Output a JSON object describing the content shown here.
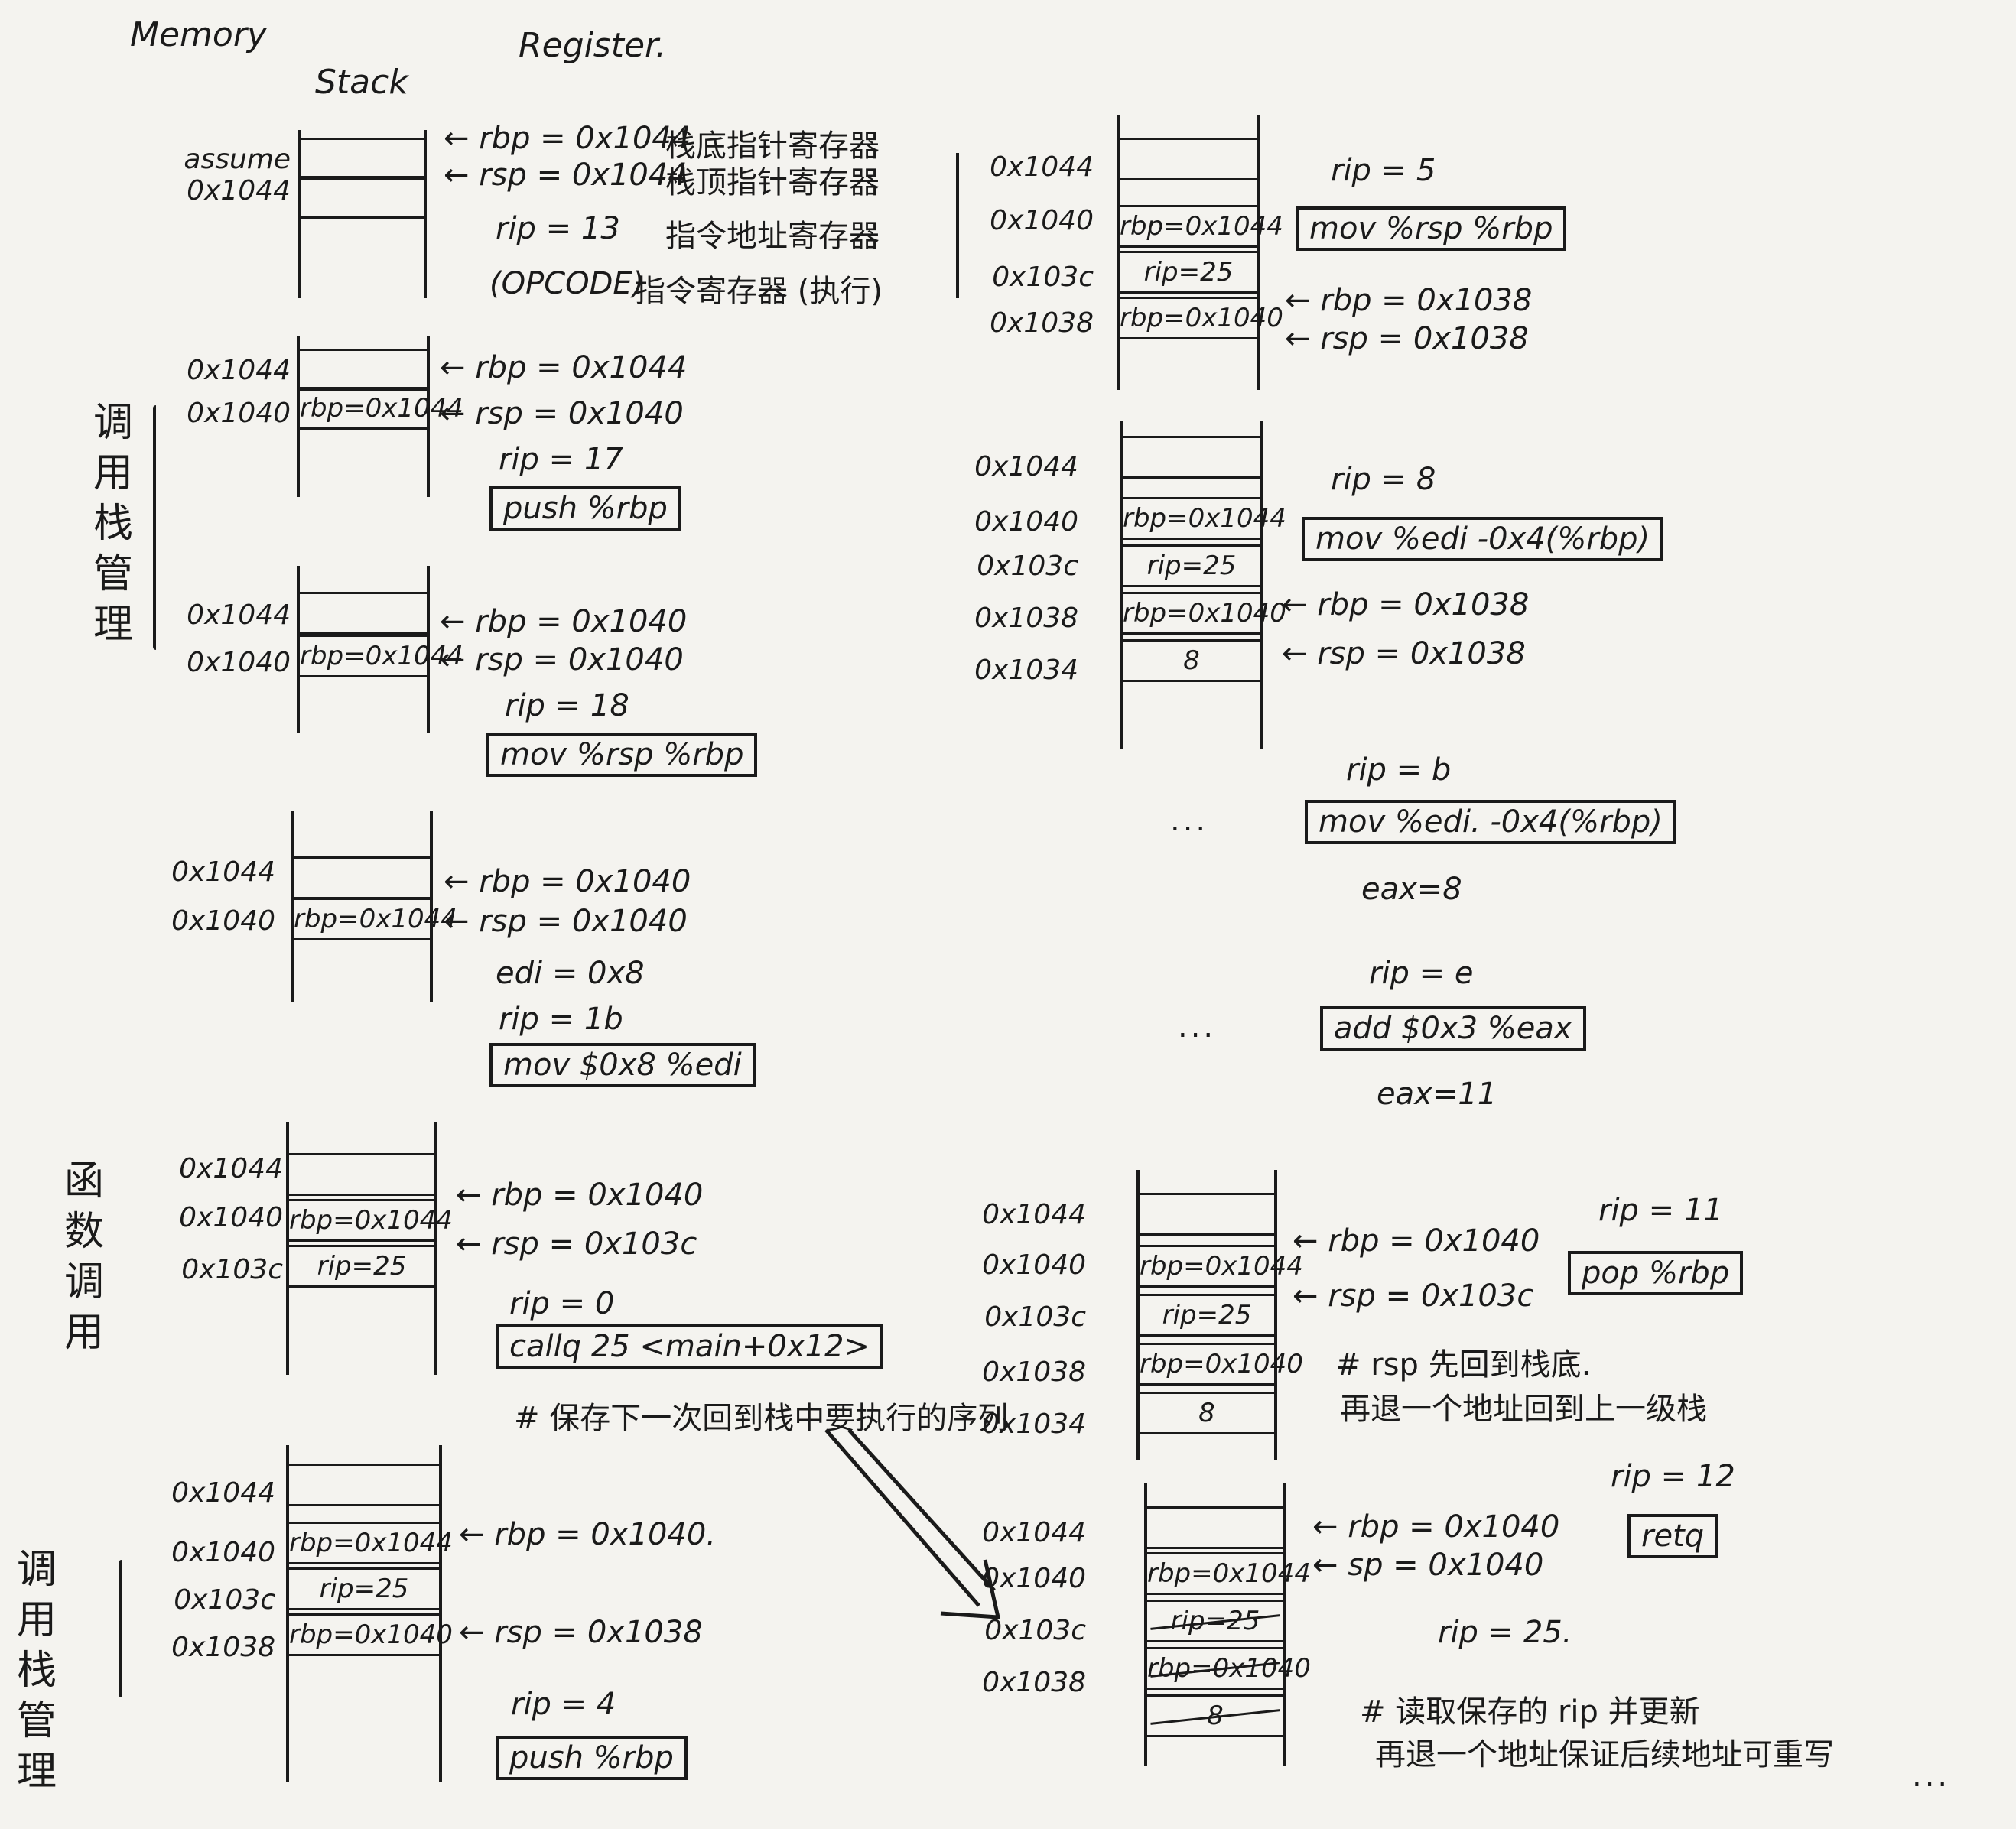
{
  "headers": {
    "memory": "Memory",
    "stack": "Stack",
    "register": "Register."
  },
  "side_labels": {
    "call_stack_mgmt_1": "调用栈管理",
    "function_call": "函数调用",
    "call_stack_mgmt_2": "调用栈管理"
  },
  "frame1": {
    "addr_prefix": "assume 0x1044",
    "regs": [
      "← rbp = 0x1044",
      "← rsp = 0x1044",
      "rip = 13",
      "(OPCODE)"
    ],
    "notes": [
      "栈底指针寄存器",
      "栈顶指针寄存器",
      "指令地址寄存器",
      "指令寄存器 (执行)"
    ]
  },
  "frame2": {
    "addrs": [
      "0x1044",
      "0x1040"
    ],
    "slots": [
      "",
      "rbp=0x1044"
    ],
    "regs": [
      "← rbp = 0x1044",
      "← rsp = 0x1040"
    ],
    "rip": "rip = 17",
    "instr": "push %rbp"
  },
  "frame3": {
    "addrs": [
      "0x1044",
      "0x1040"
    ],
    "slots": [
      "",
      "rbp=0x1044"
    ],
    "regs": [
      "← rbp = 0x1040",
      "← rsp = 0x1040"
    ],
    "rip": "rip = 18",
    "instr": "mov %rsp %rbp"
  },
  "frame4": {
    "addrs": [
      "0x1044",
      "0x1040"
    ],
    "slots": [
      "",
      "rbp=0x1044"
    ],
    "regs": [
      "← rbp = 0x1040",
      "← rsp = 0x1040",
      "edi = 0x8"
    ],
    "rip": "rip = 1b",
    "instr": "mov $0x8 %edi"
  },
  "frame5": {
    "addrs": [
      "0x1044",
      "0x1040",
      "0x103c"
    ],
    "slots": [
      "",
      "rbp=0x1044",
      "rip=25"
    ],
    "regs": [
      "← rbp = 0x1040",
      "← rsp = 0x103c"
    ],
    "rip": "rip = 0",
    "instr": "callq 25 <main+0x12>",
    "note": "# 保存下一次回到栈中要执行的序列"
  },
  "frame6": {
    "addrs": [
      "0x1044",
      "0x1040",
      "0x103c",
      "0x1038"
    ],
    "slots": [
      "",
      "rbp=0x1044",
      "rip=25",
      "rbp=0x1040"
    ],
    "regs": [
      "← rbp = 0x1040.",
      "← rsp = 0x1038"
    ],
    "rip": "rip = 4",
    "instr": "push %rbp"
  },
  "frame7": {
    "addrs": [
      "0x1044",
      "0x1040",
      "0x103c",
      "0x1038"
    ],
    "slots": [
      "",
      "rbp=0x1044",
      "rip=25",
      "rbp=0x1040"
    ],
    "regs": [
      "← rbp = 0x1038",
      "← rsp = 0x1038"
    ],
    "rip": "rip = 5",
    "instr": "mov %rsp %rbp"
  },
  "frame8": {
    "addrs": [
      "0x1044",
      "0x1040",
      "0x103c",
      "0x1038",
      "0x1034"
    ],
    "slots": [
      "",
      "rbp=0x1044",
      "rip=25",
      "rbp=0x1040",
      "8"
    ],
    "regs": [
      "← rbp = 0x1038",
      "← rsp = 0x1038"
    ],
    "rip": "rip = 8",
    "instr": "mov %edi -0x4(%rbp)"
  },
  "step_b": {
    "dots": "...",
    "rip": "rip = b",
    "instr": "mov %edi. -0x4(%rbp)",
    "result": "eax=8"
  },
  "step_e": {
    "dots": "...",
    "rip": "rip = e",
    "instr": "add $0x3 %eax",
    "result": "eax=11"
  },
  "frame9": {
    "addrs": [
      "0x1044",
      "0x1040",
      "0x103c",
      "0x1038",
      "0x1034"
    ],
    "slots": [
      "",
      "rbp=0x1044",
      "rip=25",
      "rbp=0x1040",
      "8"
    ],
    "regs": [
      "← rbp = 0x1040",
      "← rsp = 0x103c"
    ],
    "rip": "rip = 11",
    "instr": "pop %rbp",
    "notes": [
      "# rsp 先回到栈底.",
      "再退一个地址回到上一级栈"
    ]
  },
  "frame10": {
    "addrs": [
      "0x1044",
      "0x1040",
      "0x103c",
      "0x1038"
    ],
    "slots": [
      "",
      "rbp=0x1044",
      "rip=25",
      "rbp=0x1040",
      "8"
    ],
    "regs": [
      "← rbp = 0x1040",
      "← sp = 0x1040"
    ],
    "rip": "rip = 12",
    "instr": "retq",
    "rip_after": "rip = 25.",
    "notes": [
      "# 读取保存的 rip 并更新",
      "再退一个地址保证后续地址可重写"
    ],
    "dots": "..."
  }
}
